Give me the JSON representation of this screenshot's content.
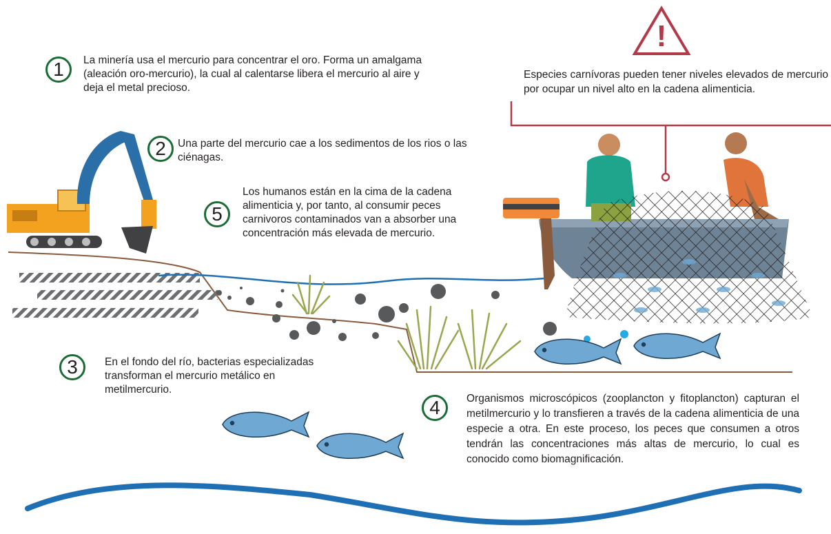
{
  "steps": [
    {
      "number": "1",
      "text": "La minería usa el mercurio para concentrar el oro. Forma un amalgama (aleación oro-mercurio), la cual al calentarse libera el mercurio al aire y deja el metal precioso."
    },
    {
      "number": "2",
      "text": "Una parte del mercurio cae a los sedimentos de los rios o las ciénagas."
    },
    {
      "number": "3",
      "text": "En el fondo del río, bacterias especializadas transforman el mercurio metálico en metilmercurio."
    },
    {
      "number": "4",
      "text": "Organismos microscópicos (zooplancton y fitoplancton) capturan el metilmercurio y lo transfieren a través de la cadena alimenticia de una especie a otra. En este proceso, los peces que consumen a otros tendrán las concentraciones más altas de mercurio, lo cual es conocido como biomagnificación."
    },
    {
      "number": "5",
      "text": "Los humanos están en la cima de la cadena alimenticia y, por tanto, al consumir peces carnivoros contaminados van a absorber una concentración más elevada de mercurio."
    }
  ],
  "warning": {
    "symbol": "!",
    "text": "Especies carnívoras pueden tener niveles elevados de mercurio por ocupar un nivel alto en la cadena alimenticia."
  },
  "colors": {
    "step_circle": "#1a6b35",
    "warning": "#b23a48",
    "water": "#1f6fb5",
    "fish": "#6fa8d3",
    "mercury": "#58595b",
    "excavator": "#f3a21f",
    "excavator_arm": "#2a6fa8",
    "boat": "#6f8396",
    "grass": "#9aa54f",
    "droplet": "#27aae1"
  },
  "icons": [
    "excavator-icon",
    "boat-icon",
    "fisherman-icon",
    "fishing-net-icon",
    "fish-icon",
    "grass-icon",
    "mercury-drop-icon",
    "warning-triangle-icon"
  ]
}
